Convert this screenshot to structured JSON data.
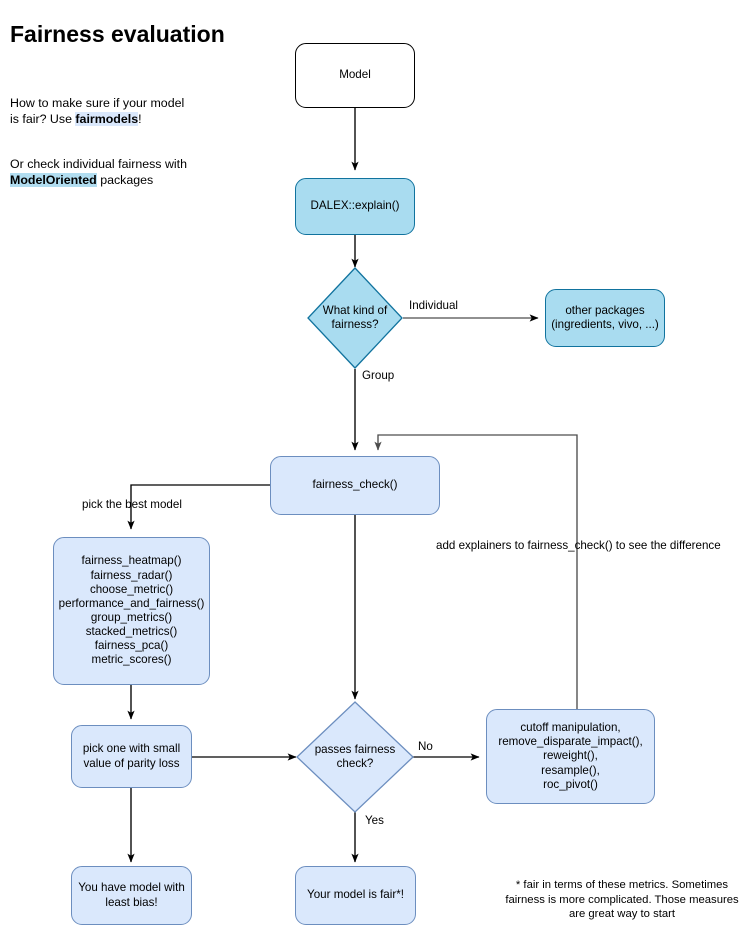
{
  "intro": {
    "title": "Fairness evaluation",
    "paragraph1": {
      "before": "How to make sure if your model is fair? Use ",
      "highlight": "fairmodels",
      "after": "!"
    },
    "paragraph2": {
      "before": "Or check individual fairness with ",
      "highlight": "ModelOriented",
      "after": " packages"
    }
  },
  "colors": {
    "cyan_fill": "#a9dcf0",
    "cyan_stroke": "#11739e",
    "lavender_fill": "#dae8fc",
    "lavender_stroke": "#6c8ebf",
    "white_fill": "#ffffff",
    "black_stroke": "#000000",
    "edge": "#000000",
    "edge_gray": "#4d4d4d"
  },
  "nodes": {
    "model": "Model",
    "dalex_explain": "DALEX::explain()",
    "kind_of_fairness": "What kind of\nfairness?",
    "other_packages": "other packages\n(ingredients, vivo, ...)",
    "fairness_check": "fairness_check()",
    "plot_functions": "fairness_heatmap()\nfairness_radar()\nchoose_metric()\nperformance_and_fairness()\ngroup_metrics()\nstacked_metrics()\nfairness_pca()\nmetric_scores()",
    "pick_one_small_parity": "pick one with small\nvalue of parity loss",
    "passes_fairness_check": "passes fairness\ncheck?",
    "mitigation": "cutoff manipulation,\nremove_disparate_impact(),\nreweight(),\nresample(),\nroc_pivot()",
    "least_bias": "You have model with\nleast bias!",
    "model_is_fair": "Your model is fair*!"
  },
  "edge_labels": {
    "individual": "Individual",
    "group": "Group",
    "pick_the_best_model": "pick the best model",
    "add_explainers": "add explainers to fairness_check() to see the difference",
    "no": "No",
    "yes": "Yes"
  },
  "footnote": "* fair in terms of these metrics. Sometimes fairness is more complicated. Those measures are great way to start"
}
